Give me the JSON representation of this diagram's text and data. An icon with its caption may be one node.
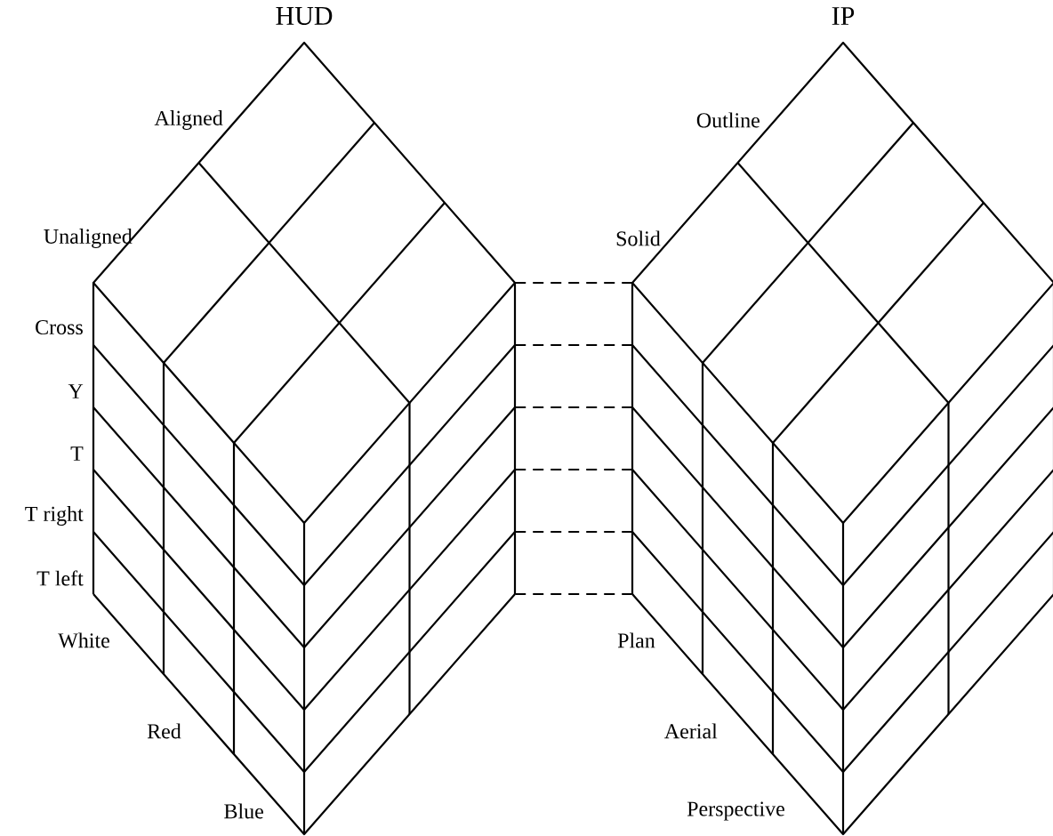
{
  "diagram": {
    "nodes": [
      {
        "text": [
          "HUD"
        ]
      },
      {
        "text": [
          "IP"
        ]
      }
    ],
    "edges": [
      {
        "from": 0,
        "to": 1,
        "arrow": "none",
        "style": "dashed"
      },
      {
        "from": 0,
        "to": 1,
        "arrow": "none",
        "style": "dashed"
      },
      {
        "from": 0,
        "to": 1,
        "arrow": "none",
        "style": "dashed"
      },
      {
        "from": 0,
        "to": 1,
        "arrow": "none",
        "style": "dashed"
      },
      {
        "from": 0,
        "to": 1,
        "arrow": "none",
        "style": "dashed"
      },
      {
        "from": 0,
        "to": 1,
        "arrow": "none",
        "style": "dashed"
      }
    ],
    "labels": [
      "Aligned",
      "Outline",
      "Unaligned",
      "Solid",
      "Cross",
      "Y",
      "T",
      "T right",
      "T left",
      "White",
      "Plan",
      "Red",
      "Aerial",
      "Blue",
      "Perspective"
    ]
  }
}
